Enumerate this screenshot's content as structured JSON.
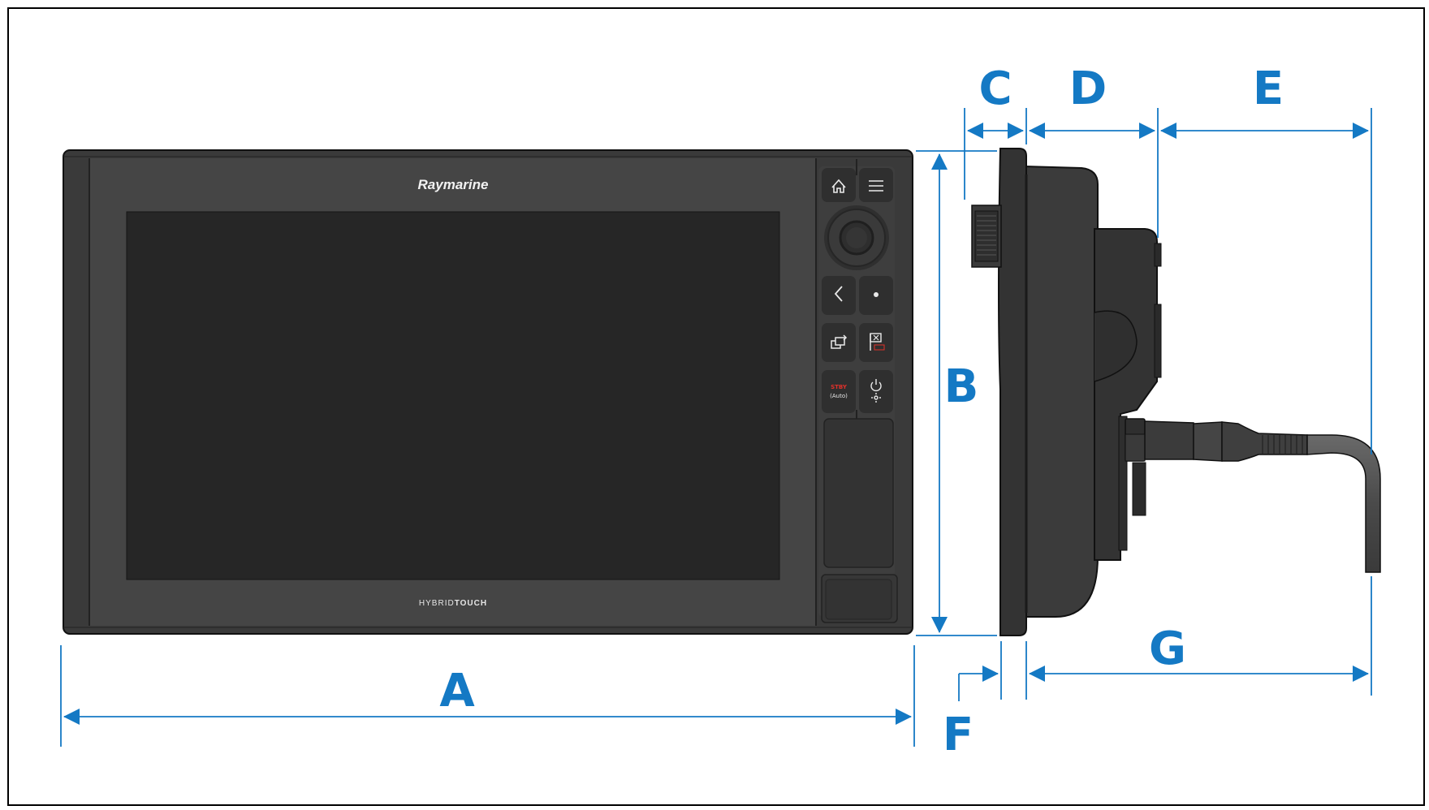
{
  "diagram": {
    "device": {
      "brand": "Raymarine",
      "model_line_left": "HYBRID",
      "model_line_right": "TOUCH",
      "buttons": {
        "stby_label": "STBY",
        "auto_label": "(Auto)"
      }
    },
    "dimension_labels": {
      "A": "A",
      "B": "B",
      "C": "C",
      "D": "D",
      "E": "E",
      "F": "F",
      "G": "G"
    },
    "colors": {
      "dimension_blue": "#1479c4",
      "device_body": "#3c3c3c",
      "screen": "#262626",
      "frame_border": "#000000"
    },
    "icons": [
      "home-icon",
      "menu-icon",
      "joystick-icon",
      "back-icon",
      "dot-icon",
      "switch-app-icon",
      "mob-icon",
      "power-brightness-icon"
    ]
  }
}
